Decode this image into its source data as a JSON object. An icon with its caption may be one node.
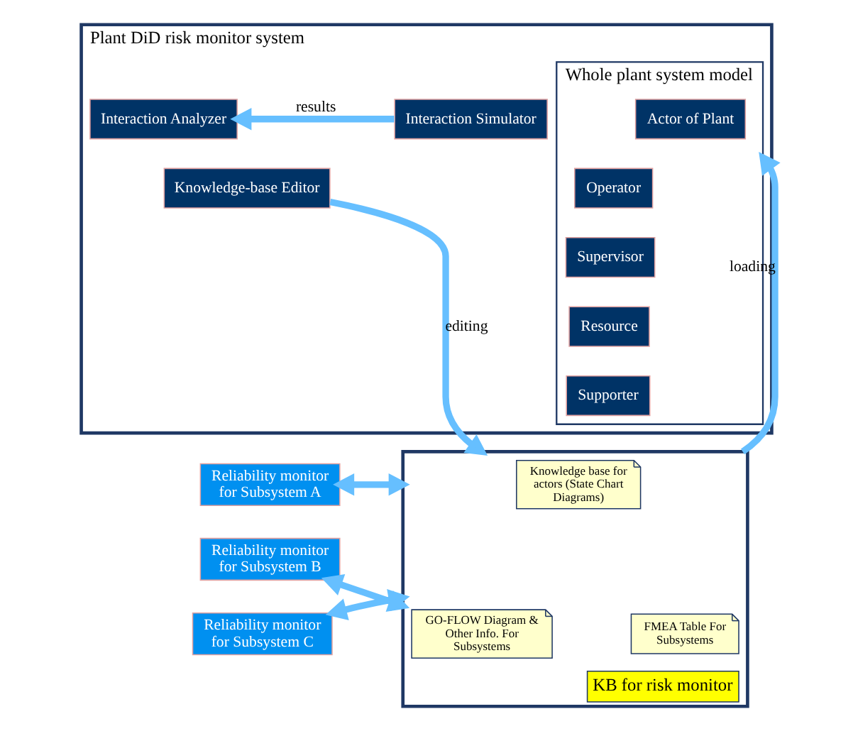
{
  "diagram": {
    "nodes": [
      {
        "text": [
          "Plant DiD risk monitor system"
        ]
      },
      {
        "text": [
          "Interaction Analyzer"
        ],
        "in": 0
      },
      {
        "text": [
          "Interaction Simulator"
        ],
        "in": 0
      },
      {
        "text": [
          "Knowledge-base Editor"
        ],
        "in": 0
      },
      {
        "text": [
          "Whole plant system model"
        ],
        "in": 0
      },
      {
        "text": [
          "Actor of Plant"
        ],
        "in": 4
      },
      {
        "text": [
          "Operator"
        ],
        "in": 4
      },
      {
        "text": [
          "Supervisor"
        ],
        "in": 4
      },
      {
        "text": [
          "Resource"
        ],
        "in": 4
      },
      {
        "text": [
          "Supporter"
        ],
        "in": 4
      },
      {
        "text": [
          "KB for risk monitor"
        ]
      },
      {
        "text": [
          "Knowledge base for actors (State Chart Diagrams)"
        ],
        "in": 10
      },
      {
        "text": [
          "GO-FLOW Diagram & Other Info. For Subsystems"
        ],
        "in": 10
      },
      {
        "text": [
          "FMEA Table For Subsystems"
        ],
        "in": 10
      },
      {
        "text": [
          "Reliability monitor for Subsystem A"
        ]
      },
      {
        "text": [
          "Reliability monitor for Subsystem B"
        ]
      },
      {
        "text": [
          "Reliability monitor for Subsystem C"
        ]
      }
    ],
    "edges": [
      {
        "from": 2,
        "to": 1,
        "arrow": "to",
        "label": "results"
      },
      {
        "from": 3,
        "to": 10,
        "arrow": "to",
        "label": "editing"
      },
      {
        "from": 10,
        "to": 4,
        "arrow": "to",
        "label": "loading"
      },
      {
        "from": 14,
        "to": 10,
        "arrow": "both"
      },
      {
        "from": 15,
        "to": 10,
        "arrow": "both"
      },
      {
        "from": 16,
        "to": 10,
        "arrow": "both"
      }
    ]
  }
}
